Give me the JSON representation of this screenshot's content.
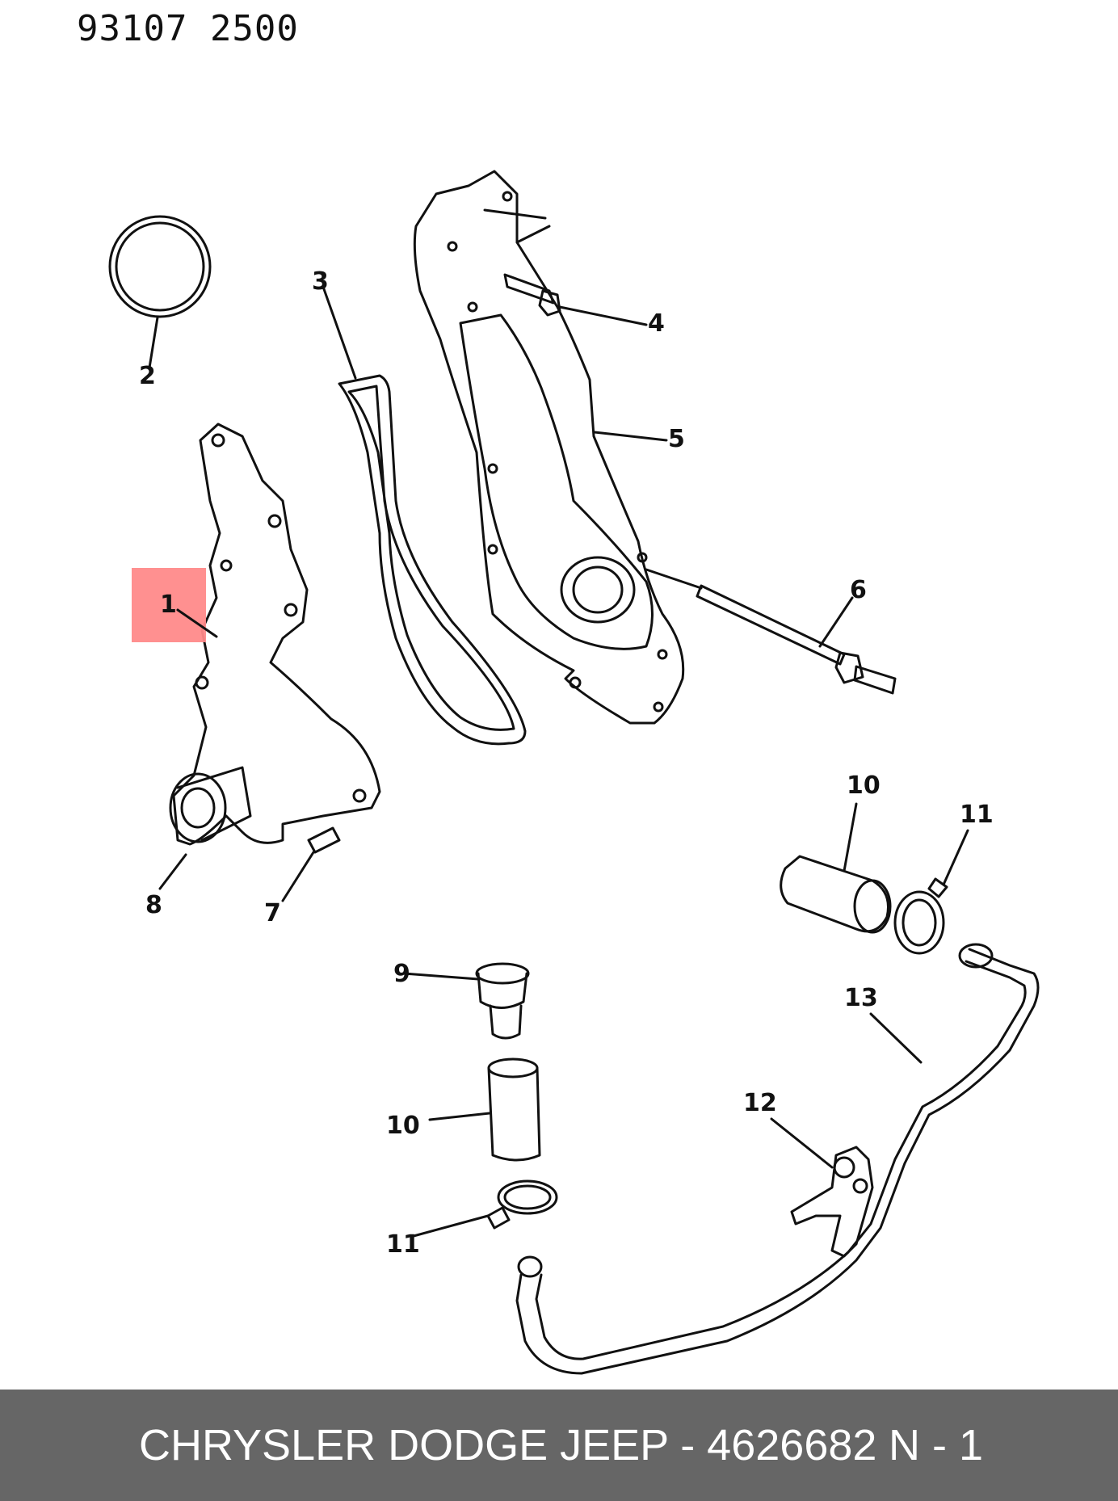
{
  "header": {
    "code_text": "93107  2500"
  },
  "diagram": {
    "callouts": [
      {
        "id": "callout-1",
        "label": "1",
        "highlighted": true
      },
      {
        "id": "callout-2",
        "label": "2"
      },
      {
        "id": "callout-3",
        "label": "3"
      },
      {
        "id": "callout-4",
        "label": "4"
      },
      {
        "id": "callout-5",
        "label": "5"
      },
      {
        "id": "callout-6",
        "label": "6"
      },
      {
        "id": "callout-7",
        "label": "7"
      },
      {
        "id": "callout-8",
        "label": "8"
      },
      {
        "id": "callout-9",
        "label": "9"
      },
      {
        "id": "callout-10a",
        "label": "10"
      },
      {
        "id": "callout-10b",
        "label": "10"
      },
      {
        "id": "callout-11a",
        "label": "11"
      },
      {
        "id": "callout-11b",
        "label": "11"
      },
      {
        "id": "callout-12",
        "label": "12"
      },
      {
        "id": "callout-13",
        "label": "13"
      }
    ],
    "highlight_color": "#ff8a8a"
  },
  "footer": {
    "text": "CHRYSLER DODGE JEEP - 4626682",
    "suffix": "N - 1",
    "background_color": "#666666"
  }
}
